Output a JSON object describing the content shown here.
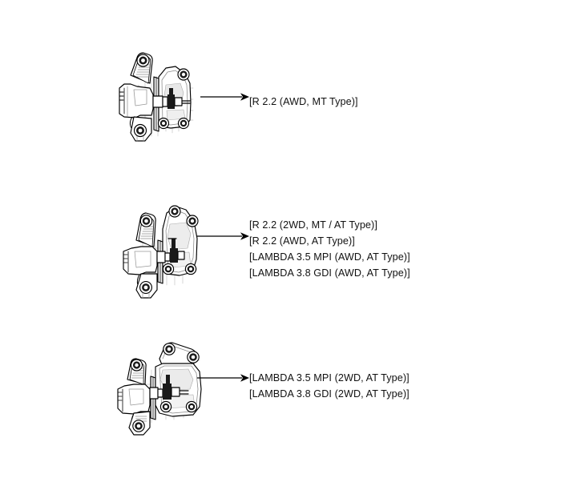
{
  "document": {
    "kind": "technical-parts-diagram",
    "background_color": "#ffffff",
    "ink_color": "#000000",
    "shading_color": "#d9d9d9"
  },
  "groups": [
    {
      "id": "group-1",
      "figure_name": "transmission-mount-bracket-figure-1",
      "arrow_name": "callout-arrow-1",
      "labels": [
        "[R 2.2 (AWD, MT Type)]"
      ]
    },
    {
      "id": "group-2",
      "figure_name": "transmission-mount-bracket-figure-2",
      "arrow_name": "callout-arrow-2",
      "labels": [
        "[R 2.2 (2WD, MT / AT Type)]",
        "[R 2.2 (AWD, AT Type)]",
        "[LAMBDA 3.5 MPI (AWD, AT Type)]",
        "[LAMBDA 3.8 GDI (AWD, AT Type)]"
      ]
    },
    {
      "id": "group-3",
      "figure_name": "transmission-mount-bracket-figure-3",
      "arrow_name": "callout-arrow-3",
      "labels": [
        "[LAMBDA 3.5 MPI (2WD, AT Type)]",
        "[LAMBDA 3.8 GDI (2WD, AT Type)]"
      ]
    }
  ]
}
